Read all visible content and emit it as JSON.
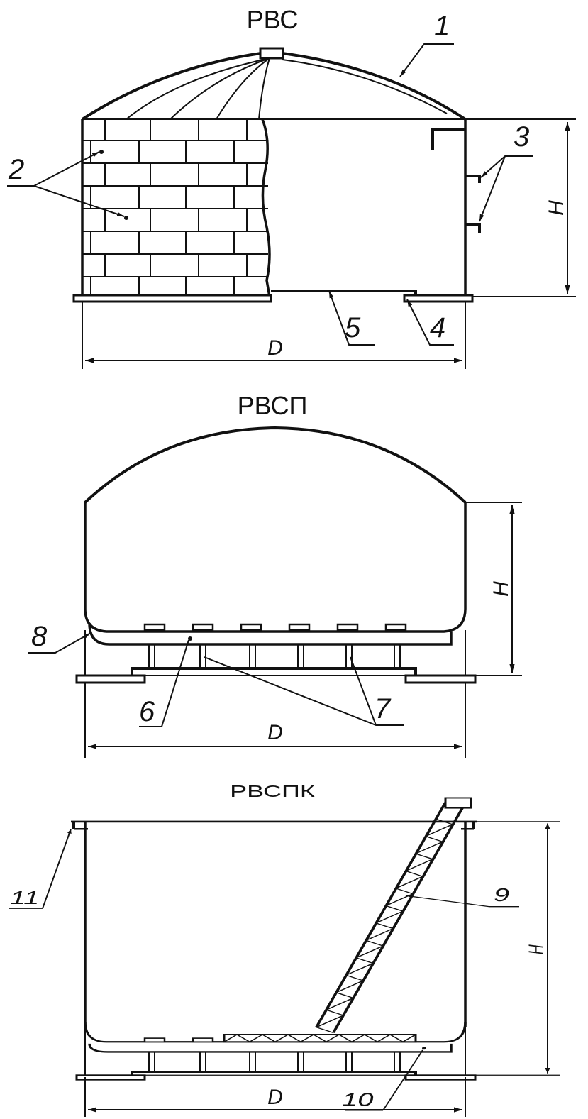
{
  "diagrams": [
    {
      "title": "РВС",
      "callouts": [
        "1",
        "2",
        "3",
        "4",
        "5"
      ],
      "dimension_height": "H",
      "dimension_diameter": "D"
    },
    {
      "title": "РВСП",
      "callouts": [
        "6",
        "7",
        "8"
      ],
      "dimension_height": "H",
      "dimension_diameter": "D"
    },
    {
      "title": "РВСПК",
      "callouts": [
        "9",
        "10",
        "11"
      ],
      "dimension_height": "H",
      "dimension_diameter": "D"
    }
  ]
}
